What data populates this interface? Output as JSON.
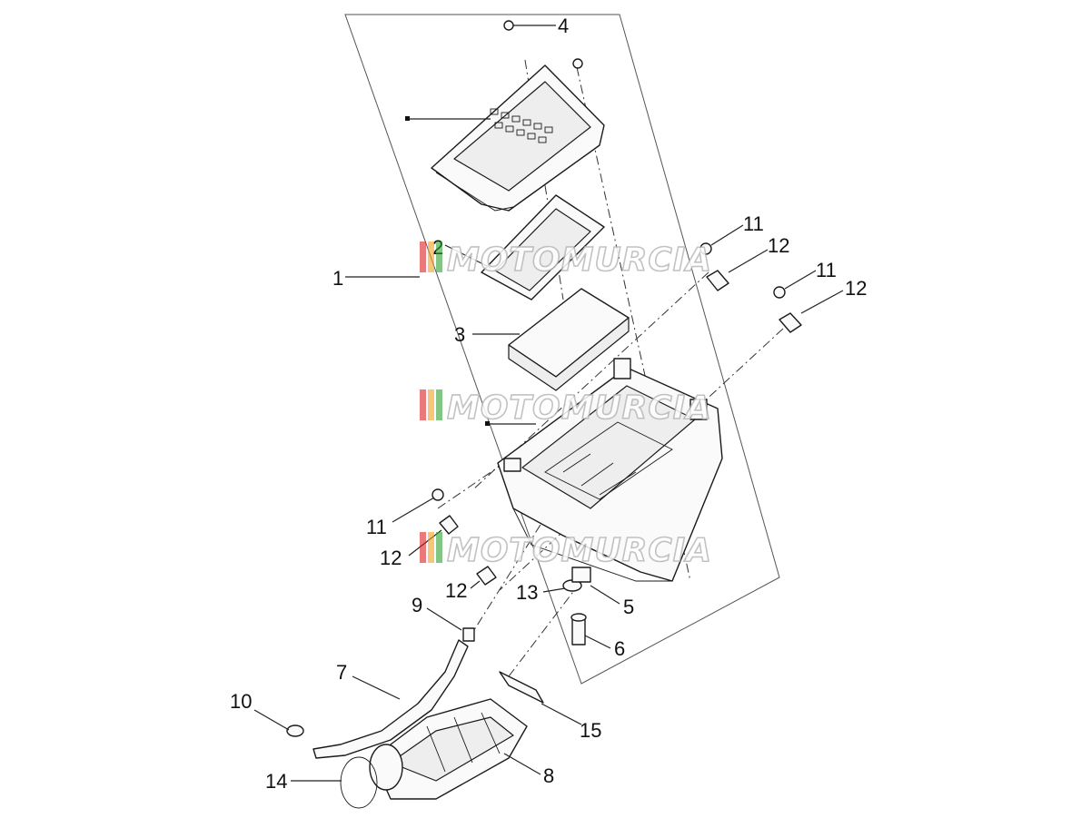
{
  "diagram": {
    "callouts": [
      "1",
      "2",
      "3",
      "4",
      "5",
      "6",
      "7",
      "8",
      "9",
      "10",
      "11",
      "11",
      "11",
      "12",
      "12",
      "12",
      "12",
      "13",
      "14",
      "15"
    ],
    "watermark": "MOTOMURCIA",
    "watermark_colors": [
      "#e02020",
      "#f0a020",
      "#30a030"
    ]
  }
}
